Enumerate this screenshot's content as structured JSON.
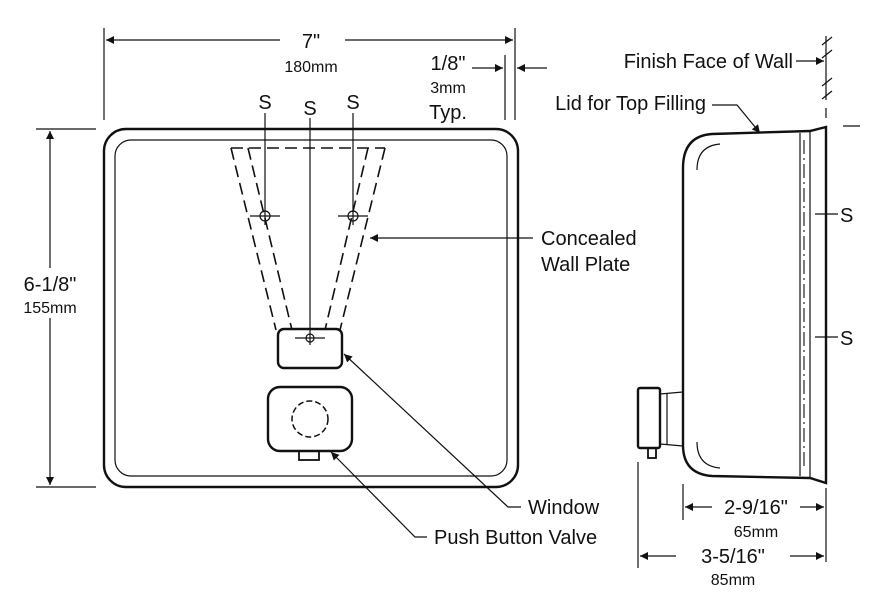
{
  "dimensions": {
    "width_in": "7\"",
    "width_mm": "180mm",
    "gap_in": "1/8\"",
    "gap_mm": "3mm",
    "gap_typ": "Typ.",
    "height_in": "6-1/8\"",
    "height_mm": "155mm",
    "depth1_in": "2-9/16\"",
    "depth1_mm": "65mm",
    "depth2_in": "3-5/16\"",
    "depth2_mm": "85mm"
  },
  "labels": {
    "screw": "S",
    "finish_face": "Finish Face of Wall",
    "lid": "Lid for Top Filling",
    "concealed_1": "Concealed",
    "concealed_2": "Wall Plate",
    "window": "Window",
    "push_button": "Push Button Valve"
  }
}
